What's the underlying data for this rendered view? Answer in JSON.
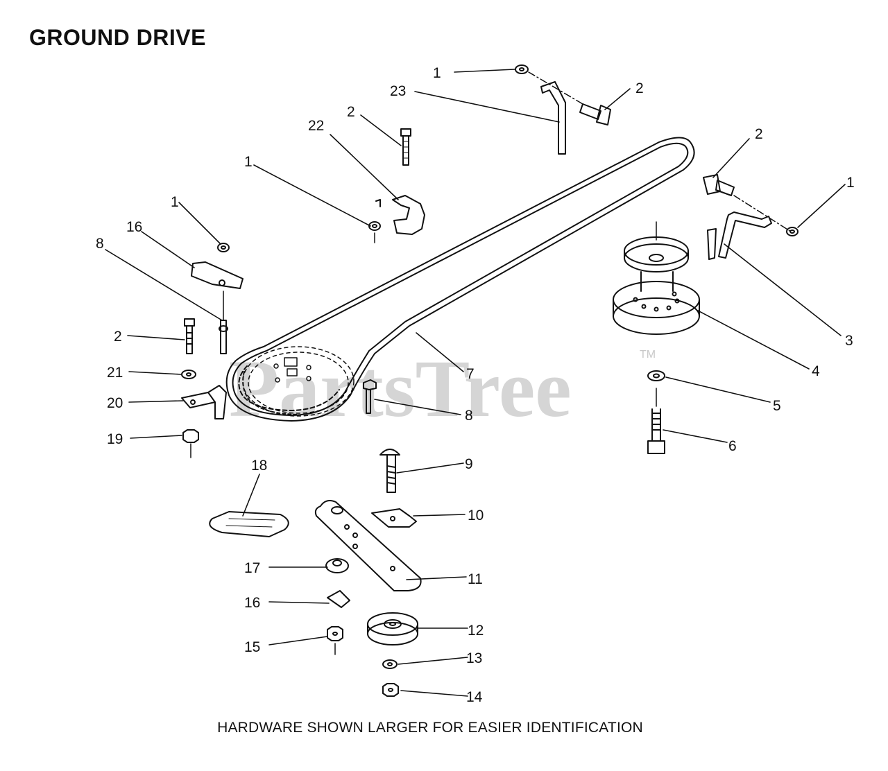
{
  "diagram": {
    "title": "GROUND DRIVE",
    "caption": "HARDWARE SHOWN LARGER FOR EASIER IDENTIFICATION",
    "watermark": "PartsTree",
    "watermark_mark": "TM",
    "callouts": [
      {
        "id": "c-1-top",
        "label": "1"
      },
      {
        "id": "c-23",
        "label": "23"
      },
      {
        "id": "c-2-topright",
        "label": "2"
      },
      {
        "id": "c-2-top",
        "label": "2"
      },
      {
        "id": "c-22",
        "label": "22"
      },
      {
        "id": "c-1-mid",
        "label": "1"
      },
      {
        "id": "c-2-right",
        "label": "2"
      },
      {
        "id": "c-1-right",
        "label": "1"
      },
      {
        "id": "c-1-left",
        "label": "1"
      },
      {
        "id": "c-16-top",
        "label": "16"
      },
      {
        "id": "c-8-left",
        "label": "8"
      },
      {
        "id": "c-2-left",
        "label": "2"
      },
      {
        "id": "c-21",
        "label": "21"
      },
      {
        "id": "c-20",
        "label": "20"
      },
      {
        "id": "c-19",
        "label": "19"
      },
      {
        "id": "c-3",
        "label": "3"
      },
      {
        "id": "c-4",
        "label": "4"
      },
      {
        "id": "c-7",
        "label": "7"
      },
      {
        "id": "c-5",
        "label": "5"
      },
      {
        "id": "c-8-mid",
        "label": "8"
      },
      {
        "id": "c-6",
        "label": "6"
      },
      {
        "id": "c-9",
        "label": "9"
      },
      {
        "id": "c-18",
        "label": "18"
      },
      {
        "id": "c-10",
        "label": "10"
      },
      {
        "id": "c-17",
        "label": "17"
      },
      {
        "id": "c-11",
        "label": "11"
      },
      {
        "id": "c-16-bottom",
        "label": "16"
      },
      {
        "id": "c-12",
        "label": "12"
      },
      {
        "id": "c-15",
        "label": "15"
      },
      {
        "id": "c-13",
        "label": "13"
      },
      {
        "id": "c-14",
        "label": "14"
      }
    ],
    "colors": {
      "ink": "#111111",
      "watermark": "#c8c8c8",
      "background": "#ffffff"
    }
  }
}
